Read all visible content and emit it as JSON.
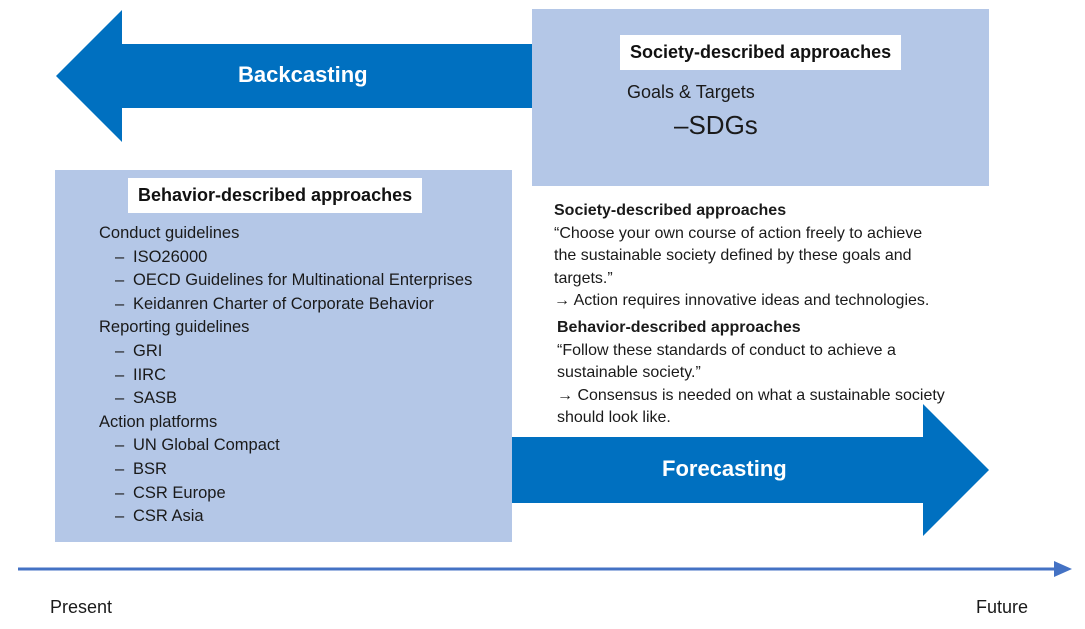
{
  "colors": {
    "box": "#b4c7e7",
    "arrow": "#0070c0",
    "timeline": "#4472c4"
  },
  "backcasting_label": "Backcasting",
  "forecasting_label": "Forecasting",
  "society_box": {
    "title": "Society-described approaches",
    "goals": "Goals & Targets",
    "sdgs": "–SDGs"
  },
  "behavior_box": {
    "title": "Behavior-described approaches",
    "groups": [
      {
        "category": "Conduct guidelines",
        "items": [
          "ISO26000",
          "OECD Guidelines for Multinational Enterprises",
          "Keidanren Charter of Corporate Behavior"
        ]
      },
      {
        "category": "Reporting guidelines",
        "items": [
          "GRI",
          "IIRC",
          "SASB"
        ]
      },
      {
        "category": "Action platforms",
        "items": [
          "UN Global Compact",
          "BSR",
          "CSR Europe",
          "CSR Asia"
        ]
      }
    ]
  },
  "society_desc": {
    "heading": "Society-described approaches",
    "quote_line1": "“Choose your own course of action freely to achieve",
    "quote_line2": "the sustainable society defined by these goals and",
    "quote_line3": "targets.”",
    "note": "→ Action requires innovative ideas and technologies."
  },
  "behavior_desc": {
    "heading": "Behavior-described approaches",
    "quote_line1": "“Follow these standards of conduct to achieve a",
    "quote_line2": "sustainable society.”",
    "note_line1": "→ Consensus is needed on what a sustainable society",
    "note_line2": "should look like."
  },
  "timeline": {
    "left_label": "Present",
    "right_label": "Future"
  }
}
